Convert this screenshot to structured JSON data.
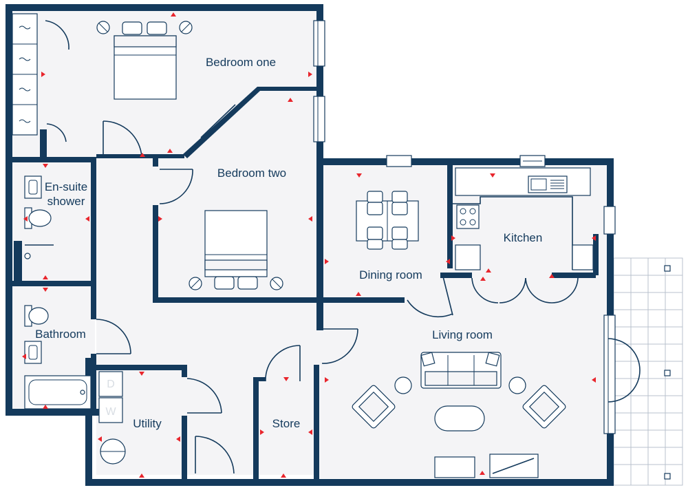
{
  "rooms": {
    "bedroom_one": "Bedroom one",
    "bedroom_two": "Bedroom two",
    "ensuite": [
      "En-suite",
      "shower"
    ],
    "dining": "Dining room",
    "kitchen": "Kitchen",
    "bathroom": "Bathroom",
    "living": "Living room",
    "utility": "Utility",
    "store": "Store"
  },
  "appliance_labels": {
    "washer": "W",
    "dryer": "D"
  },
  "colors": {
    "wall": "#143a5c",
    "floor": "#f4f4f6",
    "marker": "#e8262d",
    "terrace": "#b9c2cc"
  },
  "icons": [
    "bed-icon",
    "sofa-icon",
    "armchair-icon",
    "dining-table-icon",
    "hob-icon",
    "sink-icon",
    "toilet-icon",
    "bath-icon",
    "washer-icon",
    "window-icon",
    "door-swing-icon",
    "marker-icon"
  ]
}
